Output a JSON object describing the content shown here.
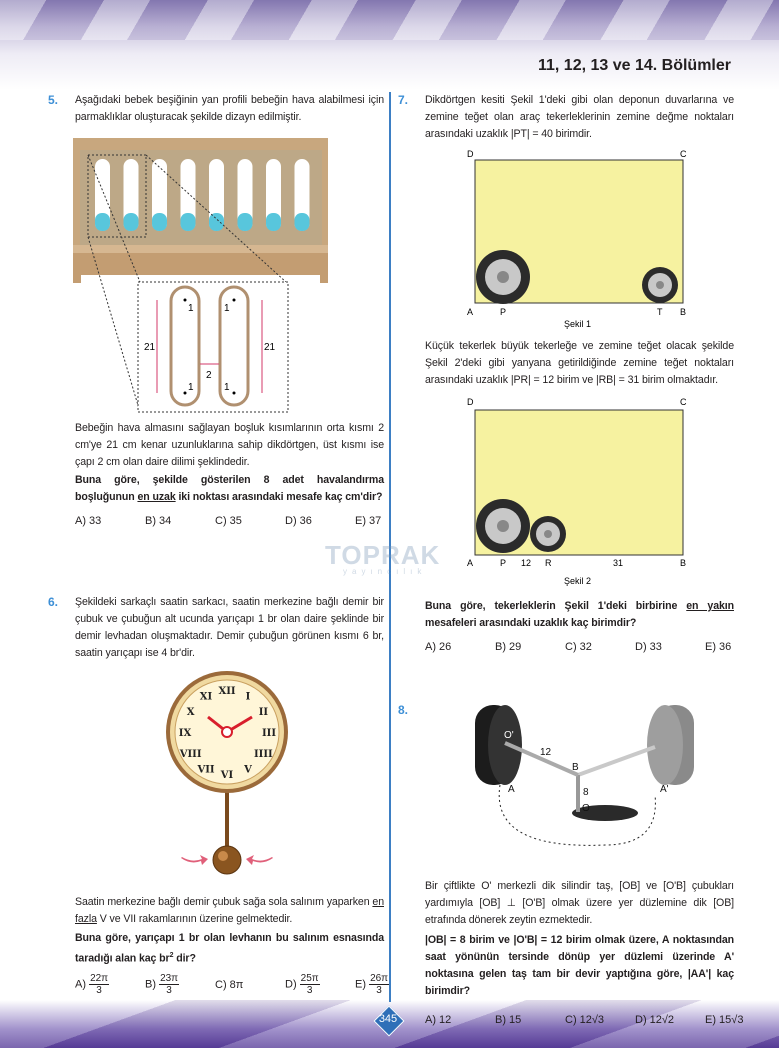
{
  "header": {
    "title": "11, 12, 13 ve 14. Bölümler"
  },
  "watermark": {
    "brand": "TOPRAK",
    "sub": "yayıncılık"
  },
  "page_number": "345",
  "q5": {
    "number": "5.",
    "intro": "Aşağıdaki bebek beşiğinin yan profili bebeğin hava alabilmesi için parmaklıklar oluşturacak şekilde dizayn edilmiştir.",
    "figure": {
      "label_21_left": "21",
      "label_21_right": "21",
      "label_2": "2",
      "label_1": "1"
    },
    "body": "Bebeğin hava almasını sağlayan boşluk kısımlarının orta kısmı 2 cm'ye 21 cm kenar uzunluklarına sahip dikdörtgen, üst kısmı ise çapı 2 cm olan daire dilimi şeklindedir.",
    "q_pre": "Buna göre, şekilde gösterilen 8 adet havalandırma boşluğunun ",
    "q_emph": "en uzak",
    "q_post": " iki noktası arasındaki mesafe kaç cm'dir?",
    "options": [
      "A) 33",
      "B) 34",
      "C) 35",
      "D) 36",
      "E) 37"
    ]
  },
  "q6": {
    "number": "6.",
    "intro": "Şekildeki sarkaçlı saatin sarkacı, saatin merkezine bağlı demir bir çubuk ve çubuğun alt ucunda yarıçapı 1 br olan daire şeklinde bir demir levhadan oluşmaktadır. Demir çubuğun görünen kısmı 6 br, saatin yarıçapı ise 4 br'dir.",
    "numerals": [
      "XII",
      "I",
      "II",
      "III",
      "IIII",
      "V",
      "VI",
      "VII",
      "VIII",
      "IX",
      "X",
      "XI"
    ],
    "body_pre": "Saatin merkezine bağlı demir çubuk sağa sola salınım yaparken ",
    "body_emph": "en fazla",
    "body_post": " V ve VII rakamlarının üzerine gelmektedir.",
    "q_text": "Buna göre, yarıçapı 1 br olan levhanın bu salınım esnasında taradığı alan kaç br",
    "q_sup": "2",
    "q_end": " dir?",
    "options": [
      {
        "letter": "A)",
        "num": "22π",
        "den": "3"
      },
      {
        "letter": "B)",
        "num": "23π",
        "den": "3"
      },
      {
        "letter": "C)",
        "value": "8π"
      },
      {
        "letter": "D)",
        "num": "25π",
        "den": "3"
      },
      {
        "letter": "E)",
        "num": "26π",
        "den": "3"
      }
    ]
  },
  "q7": {
    "number": "7.",
    "intro": "Dikdörtgen kesiti Şekil 1'deki gibi olan deponun duvarlarına ve zemine teğet olan araç tekerleklerinin zemine değme noktaları arasındaki uzaklık |PT| = 40 birimdir.",
    "fig1": {
      "D": "D",
      "C": "C",
      "A": "A",
      "P": "P",
      "T": "T",
      "B": "B",
      "caption": "Şekil 1"
    },
    "body": "Küçük tekerlek büyük tekerleğe ve zemine teğet olacak şekilde Şekil 2'deki gibi yanyana getirildiğinde zemine teğet noktaları arasındaki uzaklık |PR| = 12 birim ve |RB| = 31 birim olmaktadır.",
    "fig2": {
      "D": "D",
      "C": "C",
      "A": "A",
      "P": "P",
      "PR": "12",
      "R": "R",
      "RB": "31",
      "B": "B",
      "caption": "Şekil 2"
    },
    "q_pre": "Buna göre, tekerleklerin Şekil 1'deki birbirine ",
    "q_emph": "en yakın",
    "q_post": " mesafeleri arasındaki uzaklık kaç birimdir?",
    "options": [
      "A) 26",
      "B) 29",
      "C) 32",
      "D) 33",
      "E) 36"
    ]
  },
  "q8": {
    "number": "8.",
    "figure": {
      "O1": "O'",
      "len12": "12",
      "B": "B",
      "len8": "8",
      "O": "O",
      "A": "A",
      "A1": "A'"
    },
    "body": "Bir çiftlikte O' merkezli dik silindir taş, [OB] ve [O'B] çubukları yardımıyla [OB] ⊥ [O'B] olmak üzere yer düzlemine dik [OB] etrafında dönerek zeytin ezmektedir.",
    "question": "|OB| = 8 birim ve |O'B| = 12 birim olmak üzere, A noktasından saat yönünün tersinde dönüp yer düzlemi üzerinde A' noktasına gelen taş tam bir devir yaptığına göre, |AA'| kaç birimdir?",
    "options": [
      "A) 12",
      "B) 15",
      "C) 12√3",
      "D) 12√2",
      "E) 15√3"
    ]
  },
  "colors": {
    "accent": "#3d8fd6",
    "divider": "#3d7fc4",
    "crib": "#c8a77e",
    "wall": "#f3ef9a",
    "hand": "#d81e2c"
  }
}
